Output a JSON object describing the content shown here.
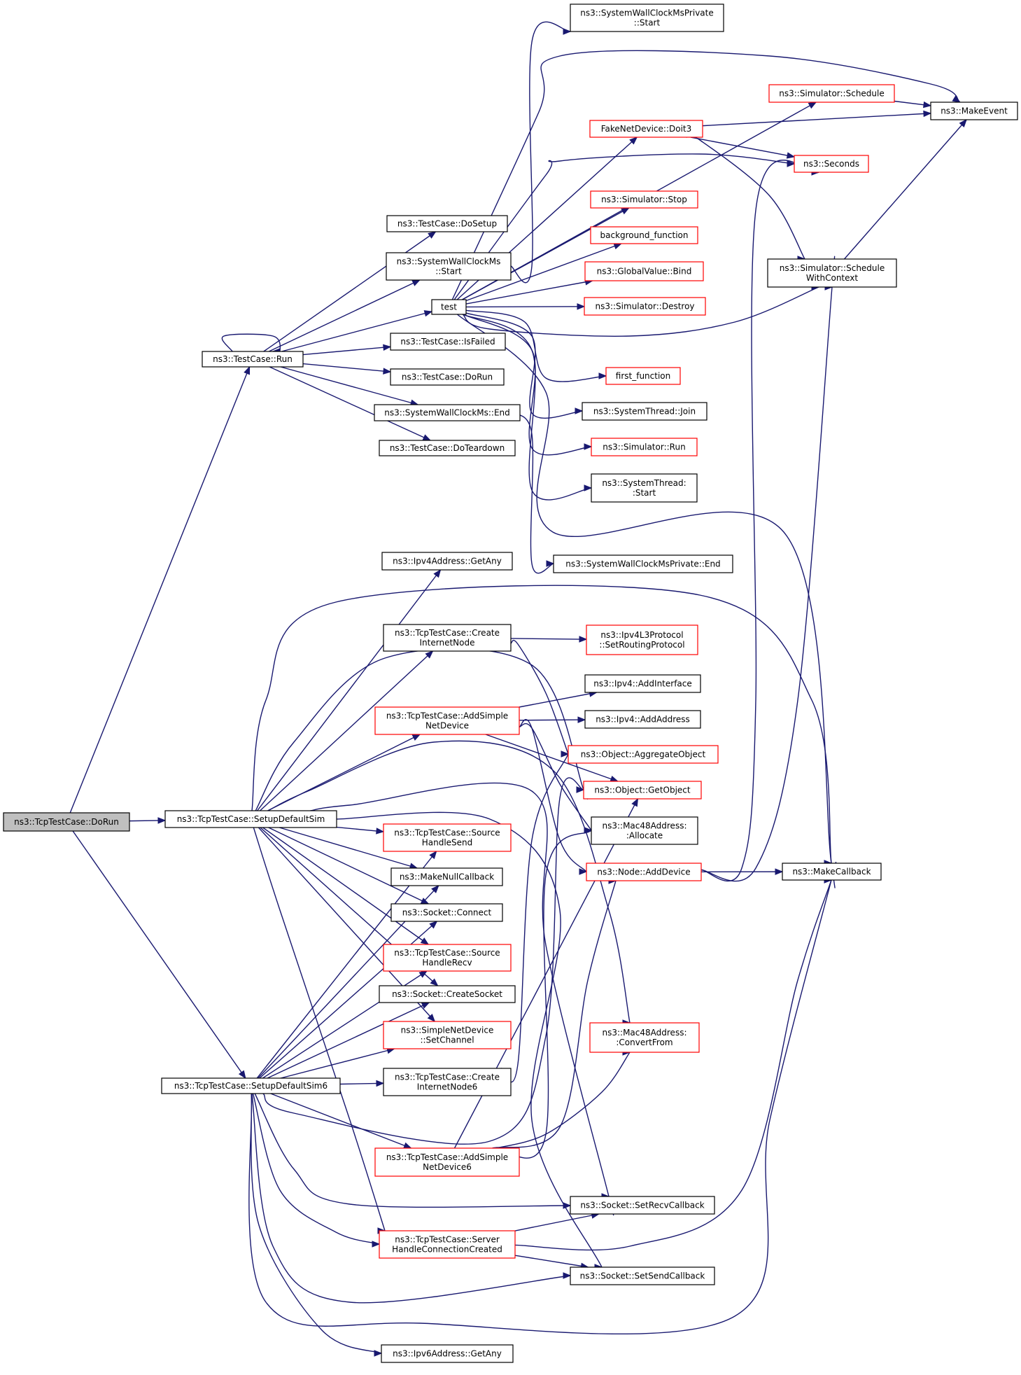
{
  "colors": {
    "edge": "#191970",
    "box_black": "#000000",
    "box_red": "#ff0000",
    "root_fill": "#bfbfbf",
    "node_fill": "#ffffff"
  },
  "nodes": [
    {
      "id": "dorun_root",
      "lines": [
        "ns3::TcpTestCase::DoRun"
      ],
      "style": "root"
    },
    {
      "id": "testcase_run",
      "lines": [
        "ns3::TestCase::Run"
      ],
      "style": "black"
    },
    {
      "id": "setup_sim",
      "lines": [
        "ns3::TcpTestCase::SetupDefaultSim"
      ],
      "style": "black"
    },
    {
      "id": "setup_sim6",
      "lines": [
        "ns3::TcpTestCase::SetupDefaultSim6"
      ],
      "style": "black"
    },
    {
      "id": "do_setup",
      "lines": [
        "ns3::TestCase::DoSetup"
      ],
      "style": "black"
    },
    {
      "id": "swc_start",
      "lines": [
        "ns3::SystemWallClockMs",
        "::Start"
      ],
      "style": "black"
    },
    {
      "id": "test",
      "lines": [
        "test"
      ],
      "style": "black"
    },
    {
      "id": "is_failed",
      "lines": [
        "ns3::TestCase::IsFailed"
      ],
      "style": "black"
    },
    {
      "id": "tc_dorun",
      "lines": [
        "ns3::TestCase::DoRun"
      ],
      "style": "black"
    },
    {
      "id": "swc_end",
      "lines": [
        "ns3::SystemWallClockMs::End"
      ],
      "style": "black"
    },
    {
      "id": "do_teardown",
      "lines": [
        "ns3::TestCase::DoTeardown"
      ],
      "style": "black"
    },
    {
      "id": "swcp_start",
      "lines": [
        "ns3::SystemWallClockMsPrivate",
        "::Start"
      ],
      "style": "black"
    },
    {
      "id": "sim_schedule",
      "lines": [
        "ns3::Simulator::Schedule"
      ],
      "style": "red"
    },
    {
      "id": "fake_doit3",
      "lines": [
        "FakeNetDevice::Doit3"
      ],
      "style": "red"
    },
    {
      "id": "sim_stop",
      "lines": [
        "ns3::Simulator::Stop"
      ],
      "style": "red"
    },
    {
      "id": "background_fn",
      "lines": [
        "background_function"
      ],
      "style": "red"
    },
    {
      "id": "gv_bind",
      "lines": [
        "ns3::GlobalValue::Bind"
      ],
      "style": "red"
    },
    {
      "id": "sim_destroy",
      "lines": [
        "ns3::Simulator::Destroy"
      ],
      "style": "red"
    },
    {
      "id": "first_fn",
      "lines": [
        "first_function"
      ],
      "style": "red"
    },
    {
      "id": "st_join",
      "lines": [
        "ns3::SystemThread::Join"
      ],
      "style": "black"
    },
    {
      "id": "sim_run",
      "lines": [
        "ns3::Simulator::Run"
      ],
      "style": "red"
    },
    {
      "id": "st_start",
      "lines": [
        "ns3::SystemThread:",
        ":Start"
      ],
      "style": "black"
    },
    {
      "id": "swcp_end",
      "lines": [
        "ns3::SystemWallClockMsPrivate::End"
      ],
      "style": "black"
    },
    {
      "id": "make_event",
      "lines": [
        "ns3::MakeEvent"
      ],
      "style": "black"
    },
    {
      "id": "seconds",
      "lines": [
        "ns3::Seconds"
      ],
      "style": "red"
    },
    {
      "id": "sim_sched_ctx",
      "lines": [
        "ns3::Simulator::Schedule",
        "WithContext"
      ],
      "style": "black"
    },
    {
      "id": "ipv4_getany",
      "lines": [
        "ns3::Ipv4Address::GetAny"
      ],
      "style": "black"
    },
    {
      "id": "create_inode",
      "lines": [
        "ns3::TcpTestCase::Create",
        "InternetNode"
      ],
      "style": "black"
    },
    {
      "id": "add_simple_nd",
      "lines": [
        "ns3::TcpTestCase::AddSimple",
        "NetDevice"
      ],
      "style": "red"
    },
    {
      "id": "src_send",
      "lines": [
        "ns3::TcpTestCase::Source",
        "HandleSend"
      ],
      "style": "red"
    },
    {
      "id": "make_null_cb",
      "lines": [
        "ns3::MakeNullCallback"
      ],
      "style": "black"
    },
    {
      "id": "sock_connect",
      "lines": [
        "ns3::Socket::Connect"
      ],
      "style": "black"
    },
    {
      "id": "src_recv",
      "lines": [
        "ns3::TcpTestCase::Source",
        "HandleRecv"
      ],
      "style": "red"
    },
    {
      "id": "sock_create",
      "lines": [
        "ns3::Socket::CreateSocket"
      ],
      "style": "black"
    },
    {
      "id": "snd_setchannel",
      "lines": [
        "ns3::SimpleNetDevice",
        "::SetChannel"
      ],
      "style": "red"
    },
    {
      "id": "create_inode6",
      "lines": [
        "ns3::TcpTestCase::Create",
        "InternetNode6"
      ],
      "style": "black"
    },
    {
      "id": "add_simple_nd6",
      "lines": [
        "ns3::TcpTestCase::AddSimple",
        "NetDevice6"
      ],
      "style": "red"
    },
    {
      "id": "server_hcc",
      "lines": [
        "ns3::TcpTestCase::Server",
        "HandleConnectionCreated"
      ],
      "style": "red"
    },
    {
      "id": "ipv6_getany",
      "lines": [
        "ns3::Ipv6Address::GetAny"
      ],
      "style": "black"
    },
    {
      "id": "ipv4l3_srp",
      "lines": [
        "ns3::Ipv4L3Protocol",
        "::SetRoutingProtocol"
      ],
      "style": "red"
    },
    {
      "id": "ipv4_addif",
      "lines": [
        "ns3::Ipv4::AddInterface"
      ],
      "style": "black"
    },
    {
      "id": "ipv4_addaddr",
      "lines": [
        "ns3::Ipv4::AddAddress"
      ],
      "style": "black"
    },
    {
      "id": "obj_aggregate",
      "lines": [
        "ns3::Object::AggregateObject"
      ],
      "style": "red"
    },
    {
      "id": "obj_getobject",
      "lines": [
        "ns3::Object::GetObject"
      ],
      "style": "red"
    },
    {
      "id": "mac48_allocate",
      "lines": [
        "ns3::Mac48Address:",
        ":Allocate"
      ],
      "style": "black"
    },
    {
      "id": "node_adddevice",
      "lines": [
        "ns3::Node::AddDevice"
      ],
      "style": "red"
    },
    {
      "id": "mac48_convert",
      "lines": [
        "ns3::Mac48Address:",
        ":ConvertFrom"
      ],
      "style": "red"
    },
    {
      "id": "sock_setrecvcb",
      "lines": [
        "ns3::Socket::SetRecvCallback"
      ],
      "style": "black"
    },
    {
      "id": "sock_setsendcb",
      "lines": [
        "ns3::Socket::SetSendCallback"
      ],
      "style": "black"
    },
    {
      "id": "make_callback",
      "lines": [
        "ns3::MakeCallback"
      ],
      "style": "black"
    }
  ],
  "edges": [
    [
      "dorun_root",
      "testcase_run"
    ],
    [
      "dorun_root",
      "setup_sim"
    ],
    [
      "dorun_root",
      "setup_sim6"
    ],
    [
      "testcase_run",
      "testcase_run"
    ],
    [
      "testcase_run",
      "do_setup"
    ],
    [
      "testcase_run",
      "swc_start"
    ],
    [
      "testcase_run",
      "test"
    ],
    [
      "testcase_run",
      "is_failed"
    ],
    [
      "testcase_run",
      "tc_dorun"
    ],
    [
      "testcase_run",
      "swc_end"
    ],
    [
      "testcase_run",
      "do_teardown"
    ],
    [
      "swc_start",
      "swcp_start"
    ],
    [
      "swc_end",
      "swcp_end"
    ],
    [
      "test",
      "make_event"
    ],
    [
      "test",
      "sim_schedule"
    ],
    [
      "test",
      "fake_doit3"
    ],
    [
      "test",
      "seconds"
    ],
    [
      "test",
      "sim_stop"
    ],
    [
      "test",
      "background_fn"
    ],
    [
      "test",
      "gv_bind"
    ],
    [
      "test",
      "sim_destroy"
    ],
    [
      "test",
      "sim_sched_ctx"
    ],
    [
      "test",
      "first_fn"
    ],
    [
      "test",
      "st_join"
    ],
    [
      "test",
      "sim_run"
    ],
    [
      "test",
      "st_start"
    ],
    [
      "test",
      "make_callback"
    ],
    [
      "sim_schedule",
      "make_event"
    ],
    [
      "fake_doit3",
      "make_event"
    ],
    [
      "fake_doit3",
      "seconds"
    ],
    [
      "fake_doit3",
      "sim_sched_ctx"
    ],
    [
      "sim_sched_ctx",
      "make_event"
    ],
    [
      "setup_sim",
      "ipv4_getany"
    ],
    [
      "setup_sim",
      "make_callback"
    ],
    [
      "setup_sim",
      "create_inode"
    ],
    [
      "setup_sim",
      "obj_getobject"
    ],
    [
      "setup_sim",
      "add_simple_nd"
    ],
    [
      "setup_sim",
      "mac48_convert"
    ],
    [
      "setup_sim",
      "sock_setrecvcb"
    ],
    [
      "setup_sim",
      "src_send"
    ],
    [
      "setup_sim",
      "make_null_cb"
    ],
    [
      "setup_sim",
      "sock_connect"
    ],
    [
      "setup_sim",
      "src_recv"
    ],
    [
      "setup_sim",
      "sock_create"
    ],
    [
      "setup_sim",
      "snd_setchannel"
    ],
    [
      "setup_sim",
      "server_hcc"
    ],
    [
      "setup_sim",
      "sock_setsendcb"
    ],
    [
      "create_inode",
      "ipv4l3_srp"
    ],
    [
      "create_inode",
      "obj_aggregate"
    ],
    [
      "add_simple_nd",
      "ipv4_addif"
    ],
    [
      "add_simple_nd",
      "ipv4_addaddr"
    ],
    [
      "add_simple_nd",
      "obj_getobject"
    ],
    [
      "add_simple_nd",
      "mac48_allocate"
    ],
    [
      "add_simple_nd",
      "node_adddevice"
    ],
    [
      "node_adddevice",
      "seconds"
    ],
    [
      "node_adddevice",
      "sim_sched_ctx"
    ],
    [
      "node_adddevice",
      "make_callback"
    ],
    [
      "setup_sim6",
      "src_send"
    ],
    [
      "setup_sim6",
      "make_null_cb"
    ],
    [
      "setup_sim6",
      "sock_connect"
    ],
    [
      "setup_sim6",
      "src_recv"
    ],
    [
      "setup_sim6",
      "sock_create"
    ],
    [
      "setup_sim6",
      "snd_setchannel"
    ],
    [
      "setup_sim6",
      "create_inode6"
    ],
    [
      "setup_sim6",
      "obj_getobject"
    ],
    [
      "setup_sim6",
      "add_simple_nd6"
    ],
    [
      "setup_sim6",
      "sock_setrecvcb"
    ],
    [
      "setup_sim6",
      "server_hcc"
    ],
    [
      "setup_sim6",
      "sock_setsendcb"
    ],
    [
      "setup_sim6",
      "make_callback"
    ],
    [
      "setup_sim6",
      "ipv6_getany"
    ],
    [
      "create_inode6",
      "obj_aggregate"
    ],
    [
      "add_simple_nd6",
      "obj_getobject"
    ],
    [
      "add_simple_nd6",
      "mac48_allocate"
    ],
    [
      "add_simple_nd6",
      "node_adddevice"
    ],
    [
      "add_simple_nd6",
      "mac48_convert"
    ],
    [
      "server_hcc",
      "sock_setrecvcb"
    ],
    [
      "server_hcc",
      "sock_setsendcb"
    ],
    [
      "server_hcc",
      "make_callback"
    ]
  ]
}
